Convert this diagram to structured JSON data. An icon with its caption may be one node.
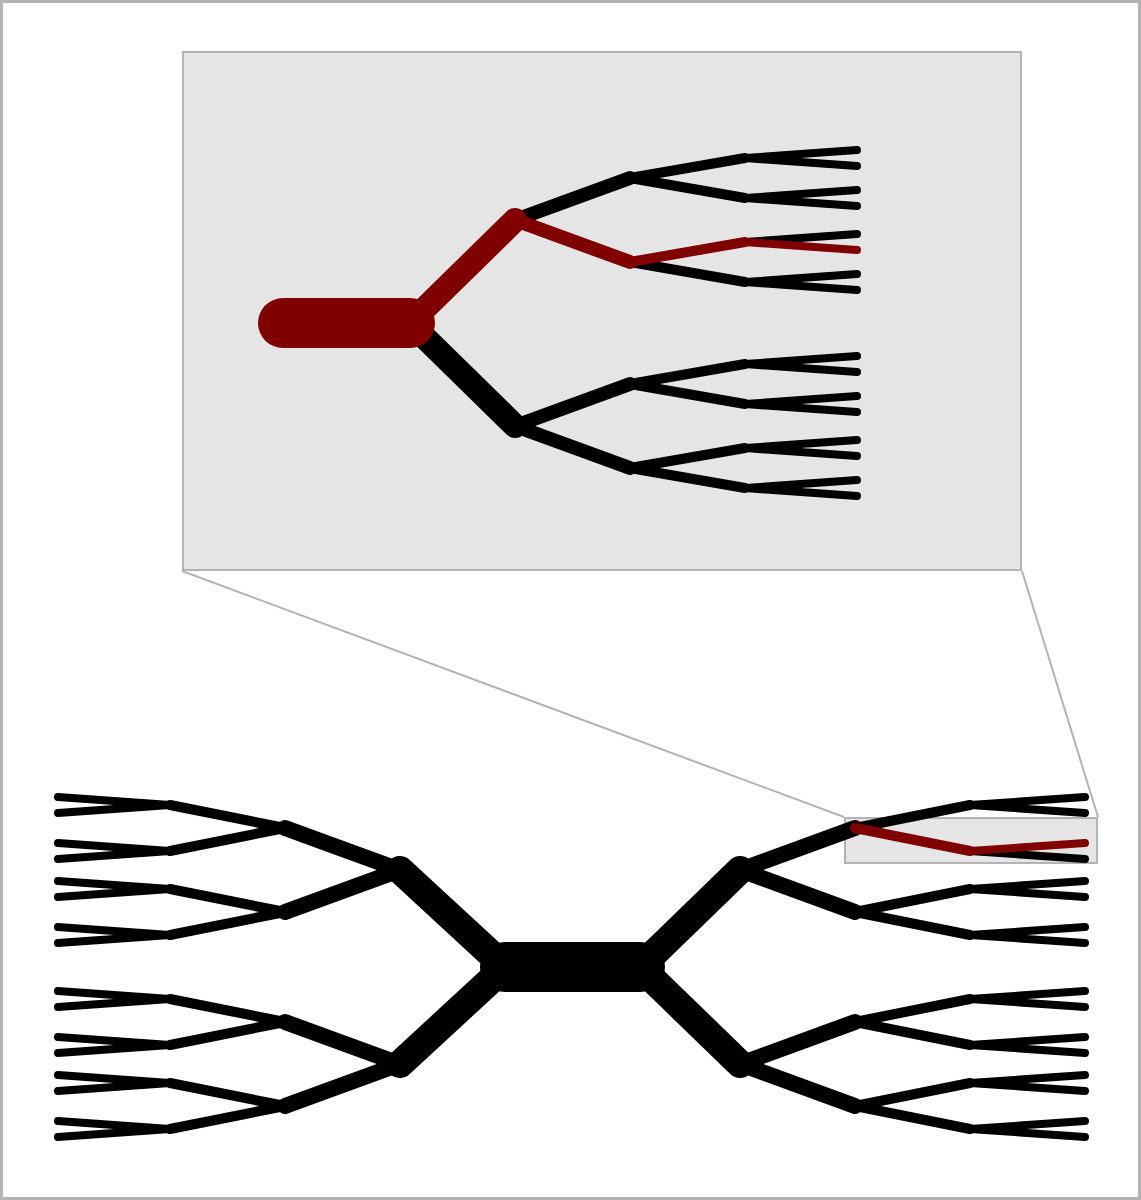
{
  "diagram": {
    "nodes": [
      {
        "text": [],
        "shape": "box"
      },
      {
        "text": [],
        "shape": "box"
      }
    ],
    "edges": [
      {
        "from": 1,
        "to": 0,
        "arrow": "none",
        "color": "#b3b3b3"
      },
      {
        "from": 1,
        "to": 0,
        "arrow": "none",
        "color": "#b3b3b3"
      }
    ]
  }
}
